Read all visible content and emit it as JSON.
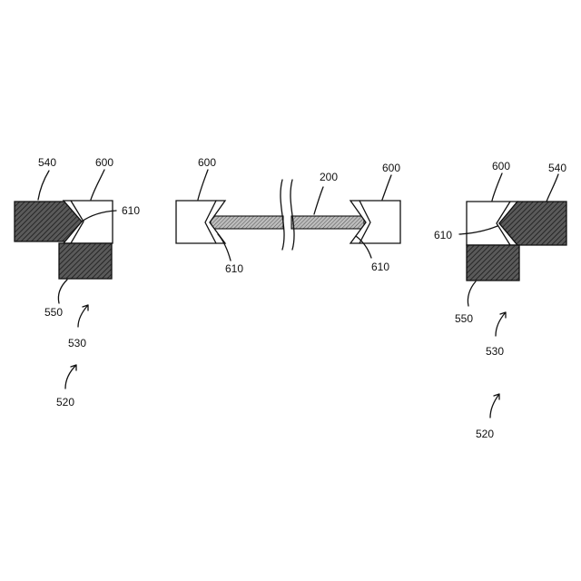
{
  "labels": {
    "left_540": "540",
    "left_600": "600",
    "left_610": "610",
    "left_550": "550",
    "left_530": "530",
    "left_520": "520",
    "mid_600_left": "600",
    "mid_610_left": "610",
    "mid_200": "200",
    "mid_600_right": "600",
    "mid_610_right": "610",
    "right_600": "600",
    "right_540": "540",
    "right_610": "610",
    "right_550": "550",
    "right_530": "530",
    "right_520": "520"
  }
}
